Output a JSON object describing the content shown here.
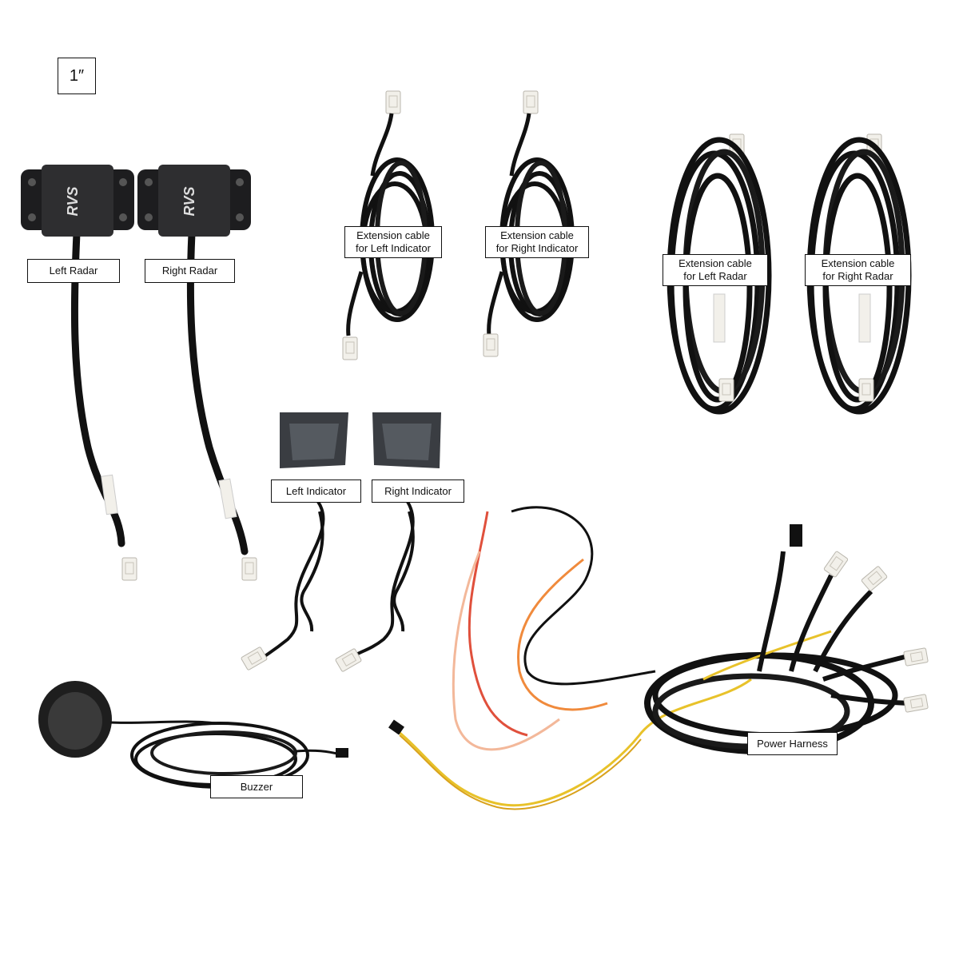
{
  "scale_label": "1″",
  "labels": {
    "left_radar": "Left Radar",
    "right_radar": "Right Radar",
    "ext_left_indicator": [
      "Extension cable",
      "for Left Indicator"
    ],
    "ext_right_indicator": [
      "Extension cable",
      "for Right Indicator"
    ],
    "ext_left_radar": [
      "Extension cable",
      "for Left Radar"
    ],
    "ext_right_radar": [
      "Extension cable",
      "for Right Radar"
    ],
    "left_indicator": "Left Indicator",
    "right_indicator": "Right Indicator",
    "buzzer": "Buzzer",
    "power_harness": "Power Harness"
  },
  "brand_logo": "RVS",
  "colors": {
    "cable": "#111111",
    "radar_body": "#2e2e30",
    "indicator_body": "#4a4d52",
    "connector": "#f2f0ea",
    "wire_red": "#e0503c",
    "wire_orange": "#f08a3c",
    "wire_yellow": "#e8c22a",
    "wire_peach": "#f3b89a"
  }
}
